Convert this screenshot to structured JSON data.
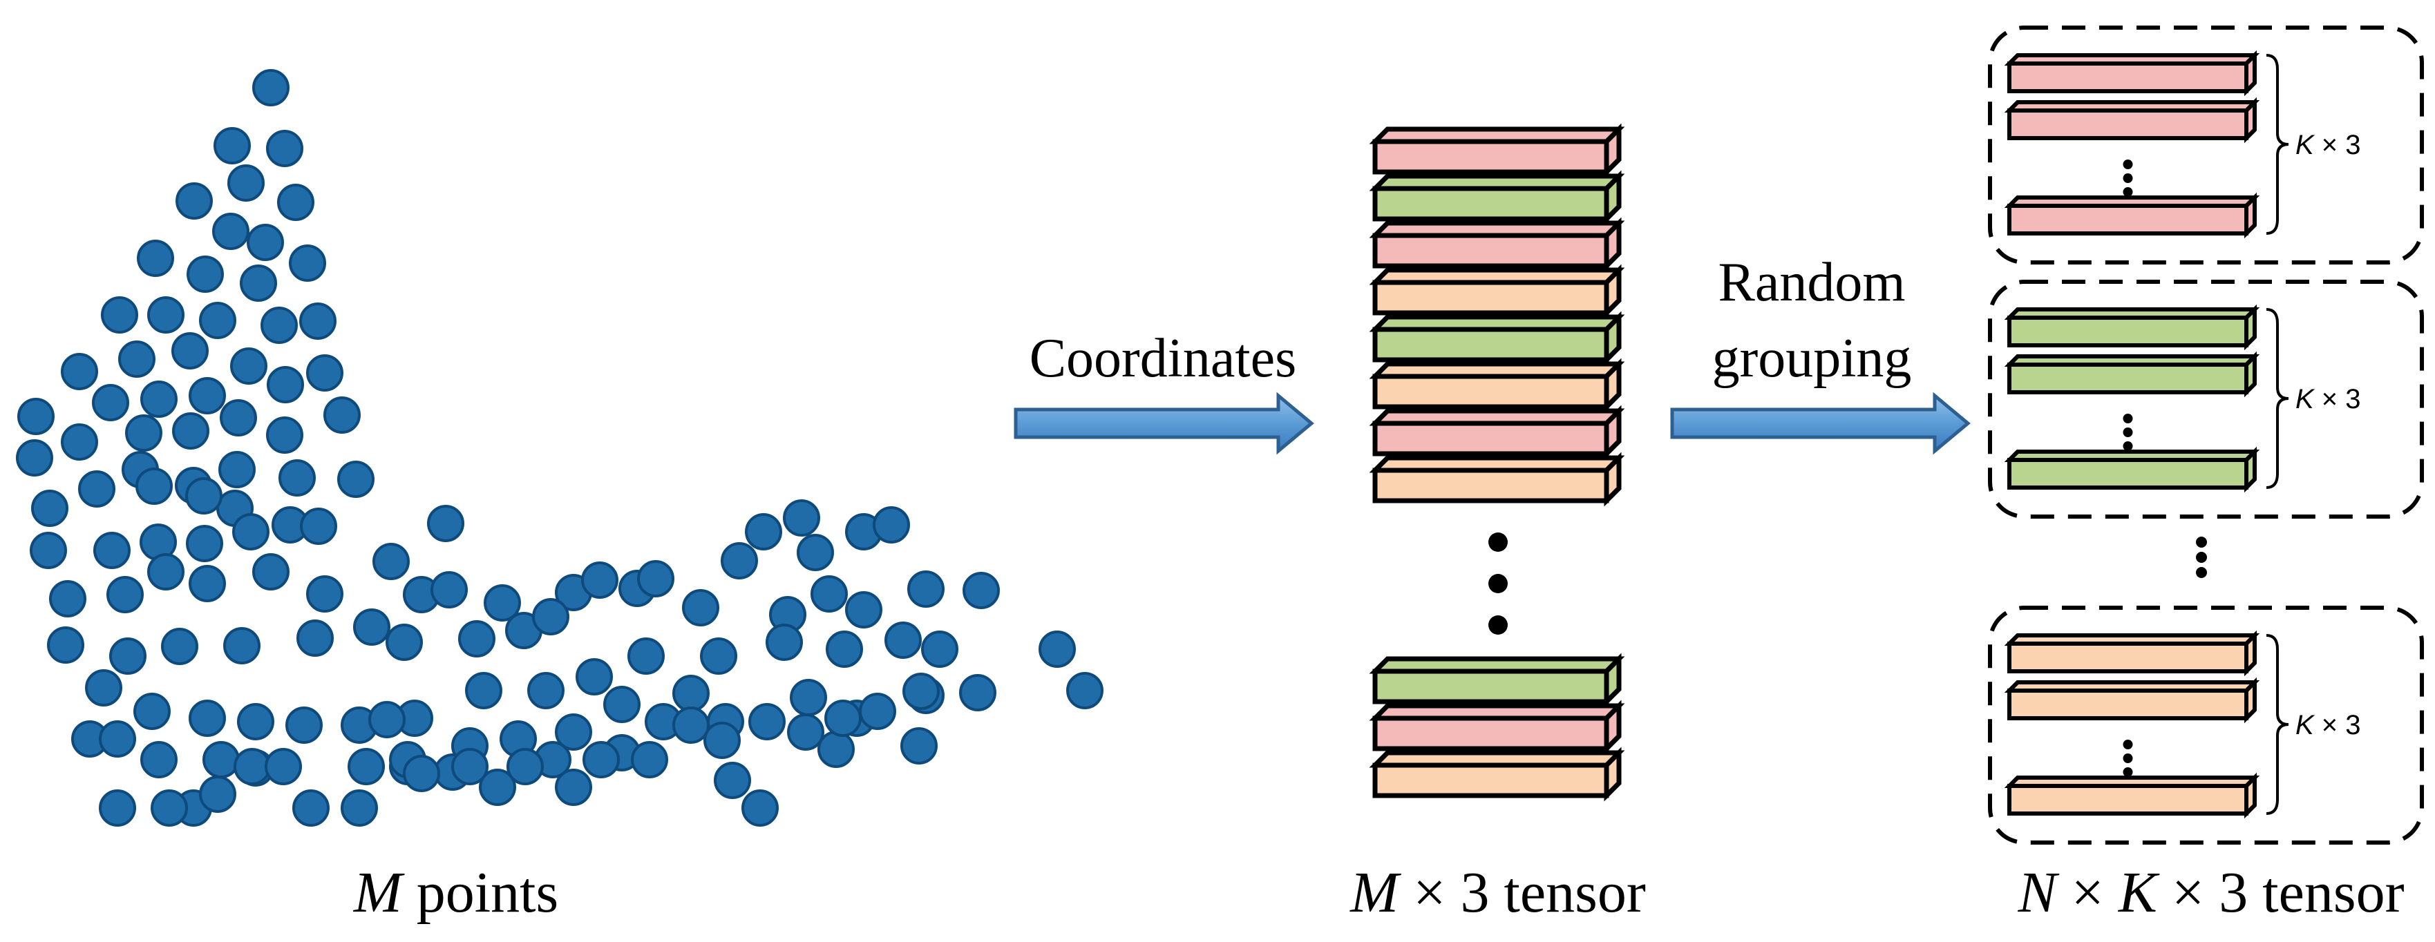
{
  "labels": {
    "points_var": "M",
    "points_word": " points",
    "tensor1_var": "M",
    "tensor1_rest": " × 3 tensor",
    "tensor2_var1": "N",
    "tensor2_mid": " × ",
    "tensor2_var2": "K",
    "tensor2_rest": " × 3 tensor",
    "arrow1_label": "Coordinates",
    "arrow2_label_line1": "Random",
    "arrow2_label_line2": "grouping",
    "group_brace_var": "K",
    "group_brace_rest": " × 3"
  },
  "colors": {
    "point_fill": "#1f6ca8",
    "point_stroke": "#0e4a7c",
    "arrow_fill": "#5b9bd5",
    "arrow_stroke": "#2e5f91",
    "pink": "#f4b9b9",
    "green": "#b9d48f",
    "peach": "#fbd3b0"
  },
  "tensor_stack_top": [
    "pink",
    "green",
    "pink",
    "peach",
    "green",
    "peach",
    "pink",
    "peach"
  ],
  "tensor_stack_bottom": [
    "green",
    "pink",
    "peach"
  ],
  "group_colors": [
    "pink",
    "green",
    "peach"
  ]
}
